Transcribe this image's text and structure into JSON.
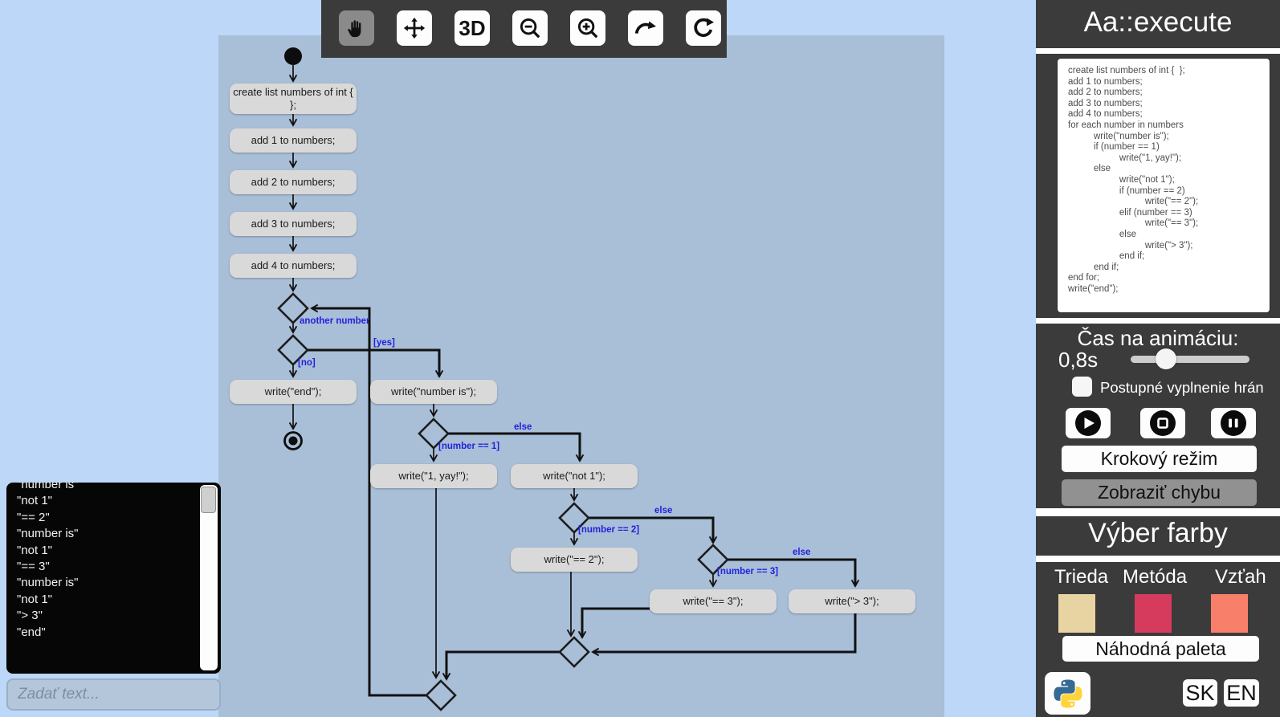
{
  "app": {
    "title": "Aa::execute"
  },
  "toolbar": {
    "three_d_label": "3D",
    "icons": [
      "hand-icon",
      "move-icon",
      "3d-icon",
      "zoom-out-icon",
      "zoom-in-icon",
      "redo-icon",
      "refresh-icon"
    ]
  },
  "code": {
    "lines": [
      "create list numbers of int {  };",
      "add 1 to numbers;",
      "add 2 to numbers;",
      "add 3 to numbers;",
      "add 4 to numbers;",
      "for each number in numbers",
      "\twrite(\"number is\");",
      "\tif (number == 1)",
      "\t\twrite(\"1, yay!\");",
      "\telse",
      "\t\twrite(\"not 1\");",
      "\t\tif (number == 2)",
      "\t\t\twrite(\"== 2\");",
      "\t\telif (number == 3)",
      "\t\t\twrite(\"== 3\");",
      "\t\telse",
      "\t\t\twrite(\"> 3\");",
      "\t\tend if;",
      "\tend if;",
      "end for;",
      "write(\"end\");"
    ]
  },
  "animation": {
    "heading": "Čas na animáciu:",
    "time": "0,8s",
    "slider_percent": 29,
    "checkbox_checked": false,
    "checkbox_label": "Postupné vyplnenie hrán"
  },
  "controls": {
    "step_mode": "Krokový režim",
    "show_error": "Zobraziť chybu"
  },
  "palette": {
    "heading": "Výber farby",
    "class_label": "Trieda",
    "method_label": "Metóda",
    "relation_label": "Vzťah",
    "class_color": "#e8d3a2",
    "method_color": "#d63b5e",
    "relation_color": "#f8806a",
    "random": "Náhodná paleta"
  },
  "lang": {
    "sk": "SK",
    "en": "EN"
  },
  "console": {
    "lines": [
      "\"number is\"",
      "\"not 1\"",
      "\"== 2\"",
      "\"number is\"",
      "\"not 1\"",
      "\"== 3\"",
      "\"number is\"",
      "\"not 1\"",
      "\"> 3\"",
      "\"end\""
    ]
  },
  "input": {
    "placeholder": "Zadať text..."
  },
  "flow": {
    "nodes": {
      "create": "create list numbers of int {\n};",
      "add1": "add 1 to numbers;",
      "add2": "add 2 to numbers;",
      "add3": "add 3 to numbers;",
      "add4": "add 4 to numbers;",
      "write_end": "write(\"end\");",
      "write_number_is": "write(\"number is\");",
      "write_yay": "write(\"1, yay!\");",
      "write_not1": "write(\"not 1\");",
      "write_eq2": "write(\"== 2\");",
      "write_eq3": "write(\"== 3\");",
      "write_gt3": "write(\"> 3\");"
    },
    "edge_labels": {
      "loop": "another number",
      "yes": "[yes]",
      "no": "[no]",
      "num1": "[number == 1]",
      "else1": "else",
      "num2": "[number == 2]",
      "else2": "else",
      "num3": "[number == 3]",
      "else3": "else"
    }
  },
  "colors": {
    "page_bg": "#bdd7f8",
    "canvas_bg": "#a9bed7",
    "panel_bg": "#3b3b3b",
    "node_fill": "#d9d9d9",
    "edge_label": "#2222dd"
  }
}
